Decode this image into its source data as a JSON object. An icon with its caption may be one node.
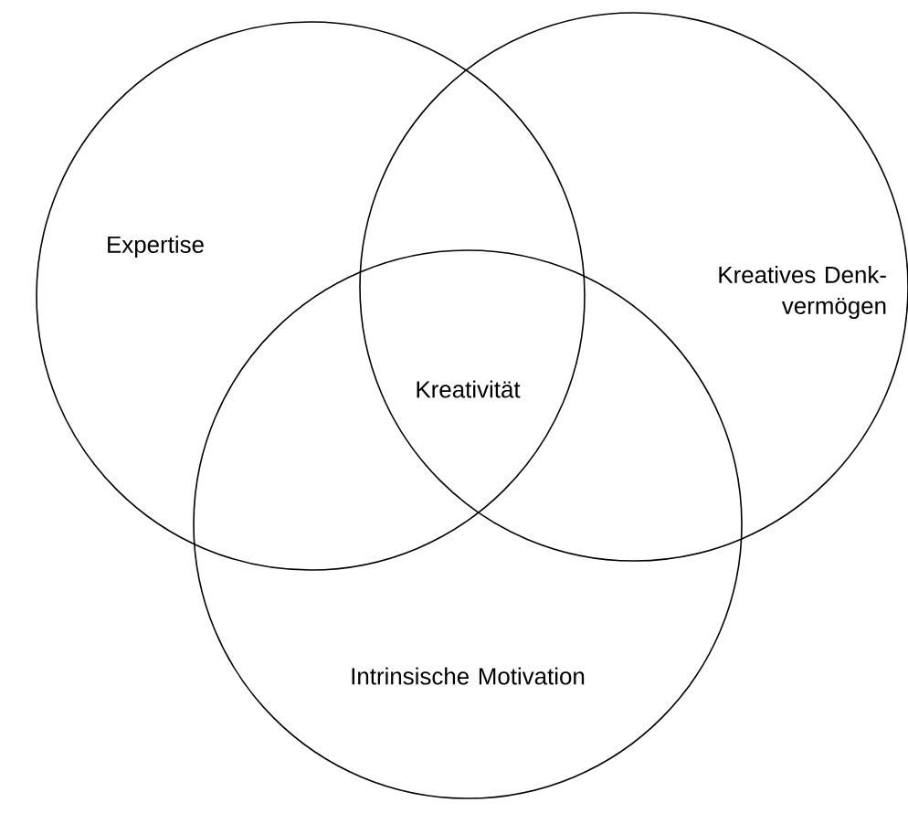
{
  "diagram": {
    "nodes": [
      {
        "text": [
          "Expertise"
        ]
      },
      {
        "text": [
          "Kreatives Denk-vermögen"
        ]
      },
      {
        "text": [
          "Intrinsische Motivation"
        ]
      }
    ],
    "labels": [
      "Kreativität"
    ]
  }
}
